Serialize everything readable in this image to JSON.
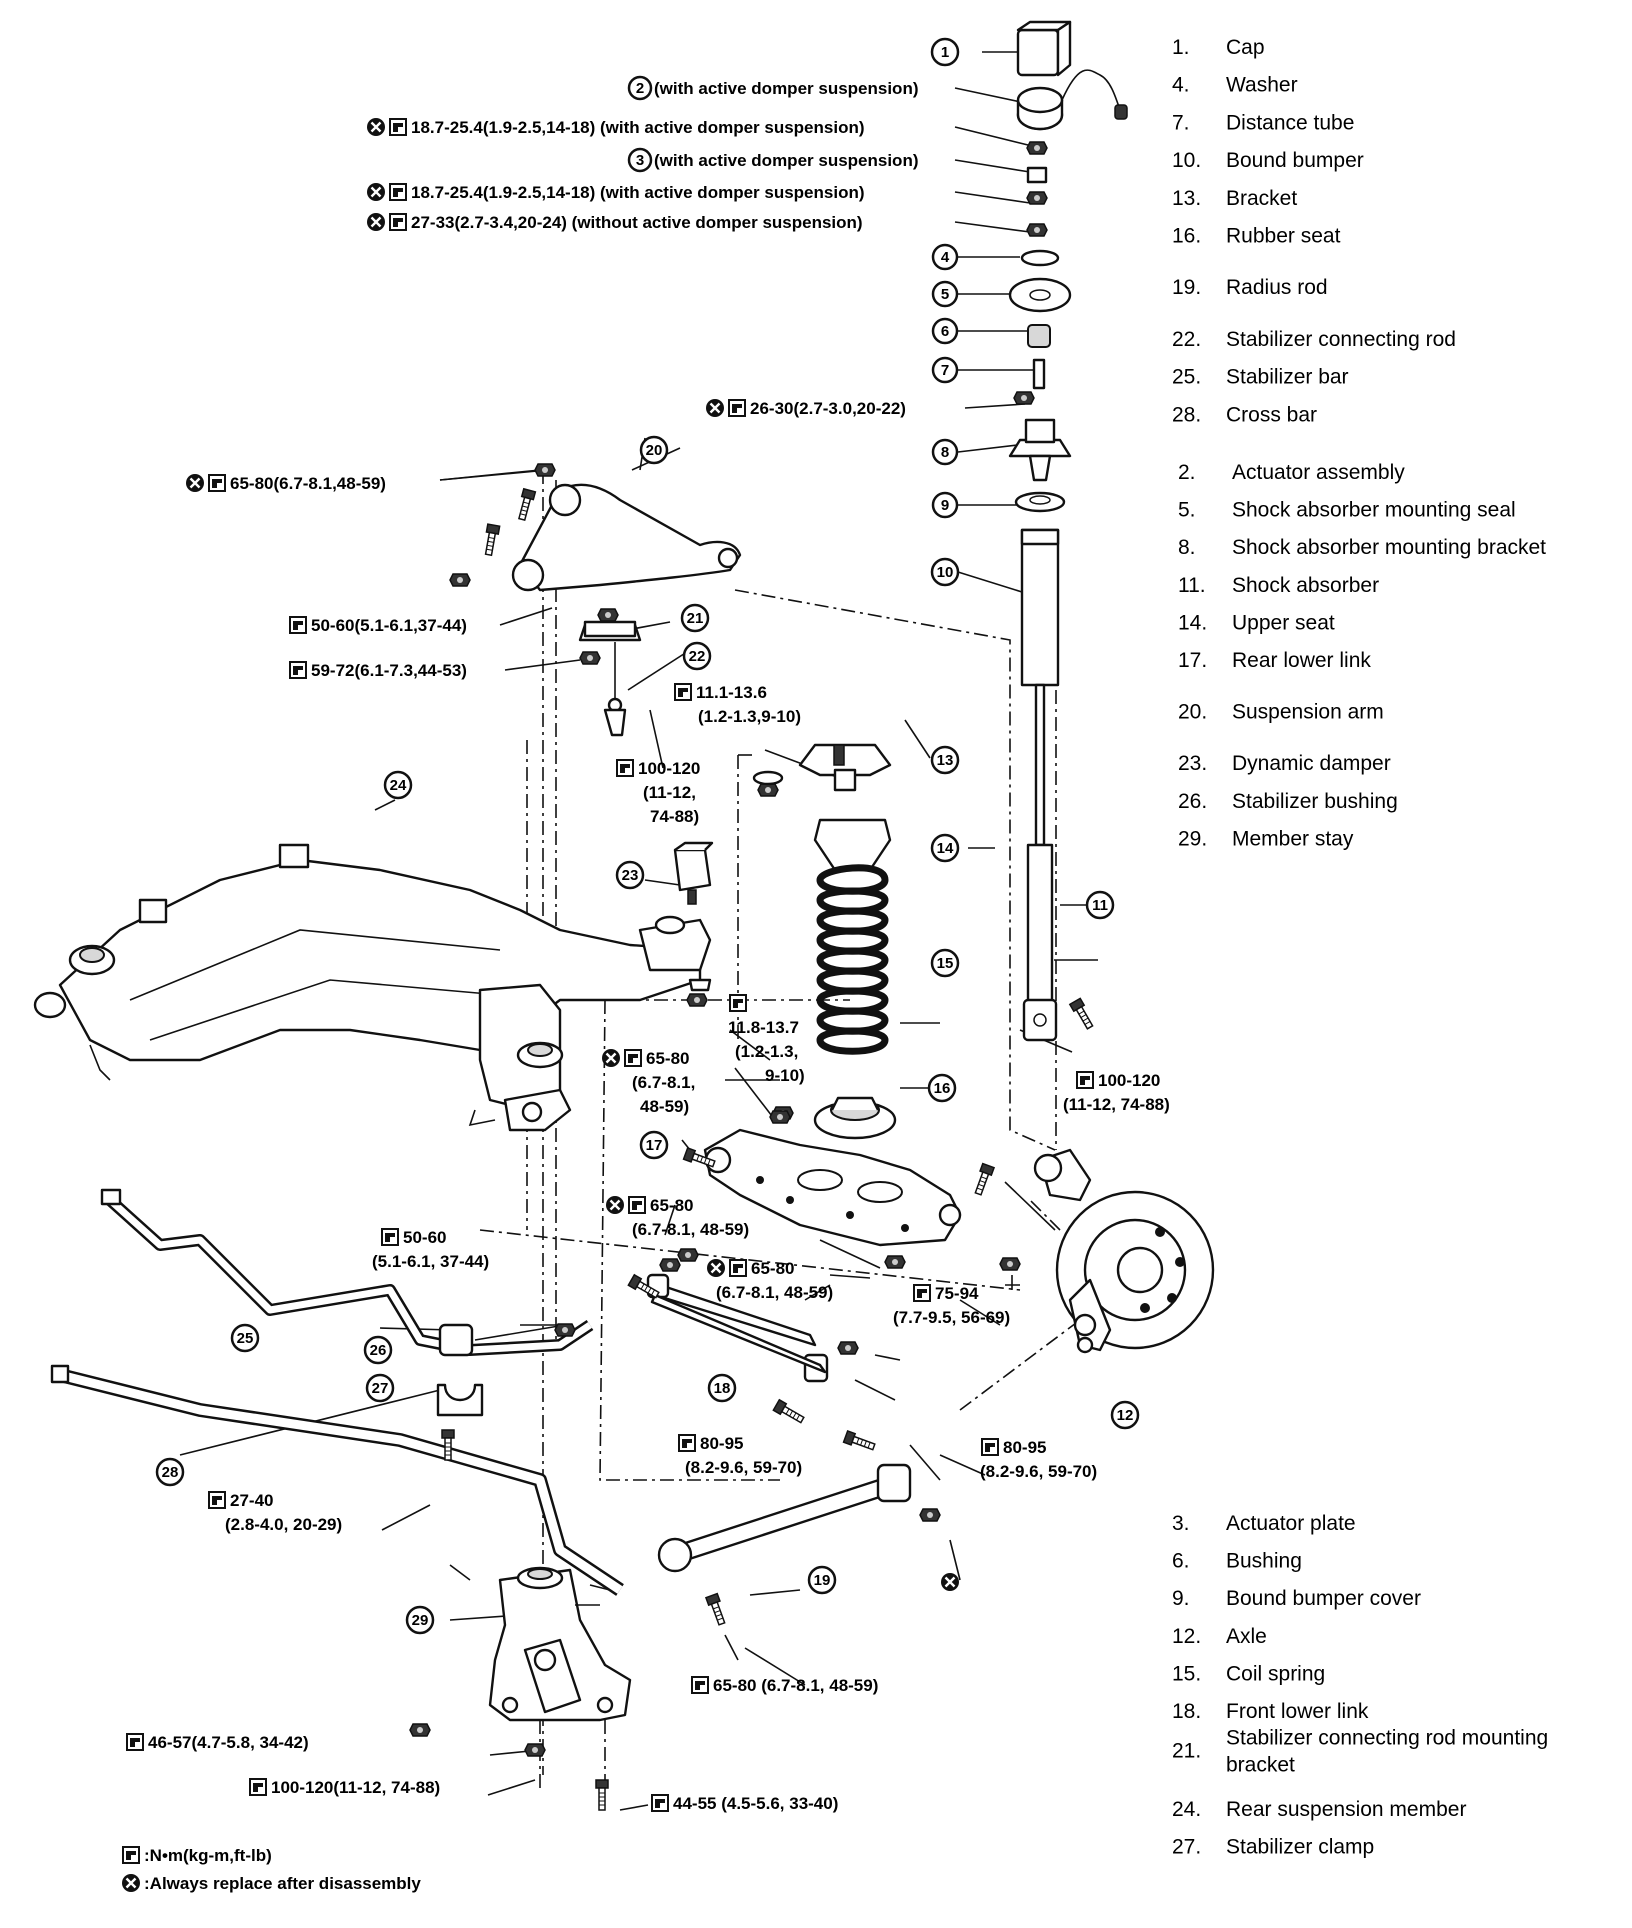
{
  "legend_groups": [
    [
      {
        "num": "1.",
        "label": "Cap"
      },
      {
        "num": "4.",
        "label": "Washer"
      },
      {
        "num": "7.",
        "label": "Distance tube"
      },
      {
        "num": "10.",
        "label": "Bound bumper"
      },
      {
        "num": "13.",
        "label": "Bracket"
      },
      {
        "num": "16.",
        "label": "Rubber seat"
      },
      {
        "num": "19.",
        "label": "Radius rod"
      },
      {
        "num": "22.",
        "label": "Stabilizer connecting rod"
      },
      {
        "num": "25.",
        "label": "Stabilizer bar"
      },
      {
        "num": "28.",
        "label": "Cross bar"
      }
    ],
    [
      {
        "num": "2.",
        "label": "Actuator assembly"
      },
      {
        "num": "5.",
        "label": "Shock absorber mounting seal"
      },
      {
        "num": "8.",
        "label": "Shock absorber mounting bracket"
      },
      {
        "num": "11.",
        "label": "Shock absorber"
      },
      {
        "num": "14.",
        "label": "Upper seat"
      },
      {
        "num": "17.",
        "label": "Rear lower link"
      },
      {
        "num": "20.",
        "label": "Suspension arm"
      },
      {
        "num": "23.",
        "label": "Dynamic damper"
      },
      {
        "num": "26.",
        "label": "Stabilizer bushing"
      },
      {
        "num": "29.",
        "label": "Member stay"
      }
    ],
    [
      {
        "num": "3.",
        "label": "Actuator plate"
      },
      {
        "num": "6.",
        "label": "Bushing"
      },
      {
        "num": "9.",
        "label": "Bound bumper cover"
      },
      {
        "num": "12.",
        "label": "Axle"
      },
      {
        "num": "15.",
        "label": "Coil spring"
      },
      {
        "num": "18.",
        "label": "Front lower link"
      },
      {
        "num": "21.",
        "label": "Stabilizer connecting rod mounting bracket"
      },
      {
        "num": "24.",
        "label": "Rear suspension member"
      },
      {
        "num": "27.",
        "label": "Stabilizer clamp"
      }
    ]
  ],
  "callout_numbers": [
    "1",
    "3",
    "4",
    "5",
    "6",
    "7",
    "8",
    "9",
    "10",
    "11",
    "12",
    "13",
    "14",
    "15",
    "16",
    "17",
    "18",
    "19",
    "20",
    "21",
    "22",
    "23",
    "24",
    "25",
    "26",
    "27",
    "28",
    "29"
  ],
  "callout_2_num": "2",
  "callout_3_num": "3",
  "torque_specs": [
    {
      "id": "t2",
      "text": "(with active domper suspension)"
    },
    {
      "id": "t3",
      "text": "18.7-25.4(1.9-2.5,14-18) (with active domper suspension)"
    },
    {
      "id": "t4",
      "text": "(with active domper suspension)"
    },
    {
      "id": "t5",
      "text": "18.7-25.4(1.9-2.5,14-18) (with active domper suspension)"
    },
    {
      "id": "t6",
      "text": "27-33(2.7-3.4,20-24) (without active domper suspension)"
    },
    {
      "id": "t7",
      "text": "26-30(2.7-3.0,20-22)"
    },
    {
      "id": "t8",
      "text": "65-80(6.7-8.1,48-59)"
    },
    {
      "id": "t9",
      "text": "50-60(5.1-6.1,37-44)"
    },
    {
      "id": "t10",
      "text": "59-72(6.1-7.3,44-53)"
    },
    {
      "id": "t11a",
      "text": "11.1-13.6"
    },
    {
      "id": "t11b",
      "text": "(1.2-1.3,9-10)"
    },
    {
      "id": "t12a",
      "text": "100-120"
    },
    {
      "id": "t12b",
      "text": "(11-12,"
    },
    {
      "id": "t12c",
      "text": "74-88)"
    },
    {
      "id": "t13a",
      "text": "11.8-13.7"
    },
    {
      "id": "t13b",
      "text": "(1.2-1.3,"
    },
    {
      "id": "t13c",
      "text": "9-10)"
    },
    {
      "id": "t14a",
      "text": "65-80"
    },
    {
      "id": "t14b",
      "text": "(6.7-8.1,"
    },
    {
      "id": "t14c",
      "text": "48-59)"
    },
    {
      "id": "t15a",
      "text": "100-120"
    },
    {
      "id": "t15b",
      "text": "(11-12, 74-88)"
    },
    {
      "id": "t16a",
      "text": "65-80"
    },
    {
      "id": "t16b",
      "text": "(6.7-8.1, 48-59)"
    },
    {
      "id": "t17a",
      "text": "65-80"
    },
    {
      "id": "t17b",
      "text": "(6.7-8.1, 48-59)"
    },
    {
      "id": "t18a",
      "text": "50-60"
    },
    {
      "id": "t18b",
      "text": "(5.1-6.1, 37-44)"
    },
    {
      "id": "t19a",
      "text": "75-94"
    },
    {
      "id": "t19b",
      "text": "(7.7-9.5, 56-69)"
    },
    {
      "id": "t20a",
      "text": "80-95"
    },
    {
      "id": "t20b",
      "text": "(8.2-9.6, 59-70)"
    },
    {
      "id": "t21a",
      "text": "80-95"
    },
    {
      "id": "t21b",
      "text": "(8.2-9.6, 59-70)"
    },
    {
      "id": "t22a",
      "text": "27-40"
    },
    {
      "id": "t22b",
      "text": "(2.8-4.0, 20-29)"
    },
    {
      "id": "t23",
      "text": "65-80 (6.7-8.1, 48-59)"
    },
    {
      "id": "t24",
      "text": "46-57(4.7-5.8, 34-42)"
    },
    {
      "id": "t25",
      "text": "100-120(11-12, 74-88)"
    },
    {
      "id": "t26",
      "text": "44-55 (4.5-5.6, 33-40)"
    }
  ],
  "key": {
    "torque_label": ":N•m(kg-m,ft-lb)",
    "replace_label": ":Always replace after disassembly"
  },
  "icons": {
    "torque": "torque-wrench-icon",
    "replace": "replace-x-icon"
  }
}
